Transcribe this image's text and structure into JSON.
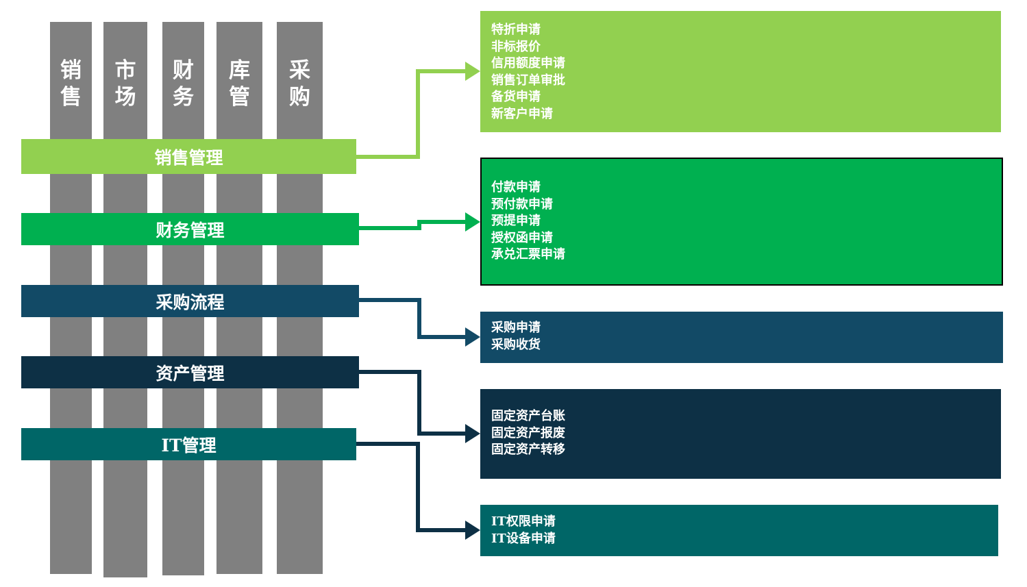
{
  "colors": {
    "column_gray": "#808080",
    "sales": "#92D050",
    "finance": "#00B050",
    "purchasing": "#124A66",
    "assets": "#0D3045",
    "it": "#006667"
  },
  "departments": [
    {
      "id": "sales",
      "chars": [
        "销",
        "售"
      ]
    },
    {
      "id": "market",
      "chars": [
        "市",
        "场"
      ]
    },
    {
      "id": "finance",
      "chars": [
        "财",
        "务"
      ]
    },
    {
      "id": "warehouse",
      "chars": [
        "库",
        "管"
      ]
    },
    {
      "id": "procurement",
      "chars": [
        "采",
        "购"
      ]
    }
  ],
  "processes": [
    {
      "id": "sales-mgmt",
      "title": "销售管理",
      "items": [
        "特折申请",
        "非标报价",
        "信用额度申请",
        "销售订单审批",
        "备货申请",
        "新客户申请"
      ]
    },
    {
      "id": "finance-mgmt",
      "title": "财务管理",
      "items": [
        "付款申请",
        "预付款申请",
        "预提申请",
        "授权函申请",
        "承兑汇票申请"
      ]
    },
    {
      "id": "purchase-flow",
      "title": "采购流程",
      "items": [
        "采购申请",
        "采购收货"
      ]
    },
    {
      "id": "asset-mgmt",
      "title": "资产管理",
      "items": [
        "固定资产台账",
        "固定资产报废",
        "固定资产转移"
      ]
    },
    {
      "id": "it-mgmt",
      "title": "IT管理",
      "items": [
        "IT权限申请",
        "IT设备申请"
      ]
    }
  ]
}
